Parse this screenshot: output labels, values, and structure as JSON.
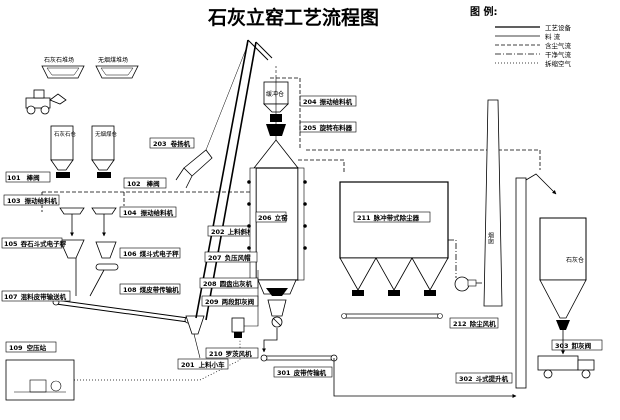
{
  "title": "石灰立窑工艺流程图",
  "legend": {
    "heading": "图  例:",
    "items": [
      {
        "label": "工艺设备",
        "style": "solid"
      },
      {
        "label": "料  流",
        "style": "solid"
      },
      {
        "label": "含尘气流",
        "style": "dash"
      },
      {
        "label": "干净气流",
        "style": "dashdot"
      },
      {
        "label": "拆缩空气",
        "style": "dot"
      }
    ]
  },
  "yards": [
    {
      "label": "石灰石堆场"
    },
    {
      "label": "无烟煤堆场"
    }
  ],
  "hoppers": [
    {
      "label": "石灰石仓"
    },
    {
      "label": "无烟煤仓"
    }
  ],
  "equipment": [
    {
      "num": "101",
      "name": "棒阀"
    },
    {
      "num": "102",
      "name": "棒阀"
    },
    {
      "num": "103",
      "name": "振动给料机"
    },
    {
      "num": "104",
      "name": "振动给料机"
    },
    {
      "num": "105",
      "name": "吞石斗式电子秤"
    },
    {
      "num": "106",
      "name": "煤斗式电子秤"
    },
    {
      "num": "107",
      "name": "混料皮带输送机"
    },
    {
      "num": "108",
      "name": "煤皮带传输机"
    },
    {
      "num": "109",
      "name": "空压站"
    },
    {
      "num": "201",
      "name": "上料小车"
    },
    {
      "num": "202",
      "name": "上料斜桥"
    },
    {
      "num": "203",
      "name": "卷扬机"
    },
    {
      "num": "204",
      "name": "振动给料机"
    },
    {
      "num": "205",
      "name": "旋转布料器"
    },
    {
      "num": "206",
      "name": "立窑"
    },
    {
      "num": "207",
      "name": "负压风帽"
    },
    {
      "num": "208",
      "name": "圆盘出灰机"
    },
    {
      "num": "209",
      "name": "两段卸灰阀"
    },
    {
      "num": "210",
      "name": "罗茨风机"
    },
    {
      "num": "211",
      "name": "脉冲带式除尘器"
    },
    {
      "num": "212",
      "name": "除尘风机"
    },
    {
      "num": "301",
      "name": "皮带传输机"
    },
    {
      "num": "302",
      "name": "斗式提升机"
    },
    {
      "num": "303",
      "name": "卸灰阀"
    }
  ],
  "other_labels": {
    "buffer_bin": "缓冲仓",
    "chimney": "烟囱",
    "lime_silo": "石灰仓"
  }
}
